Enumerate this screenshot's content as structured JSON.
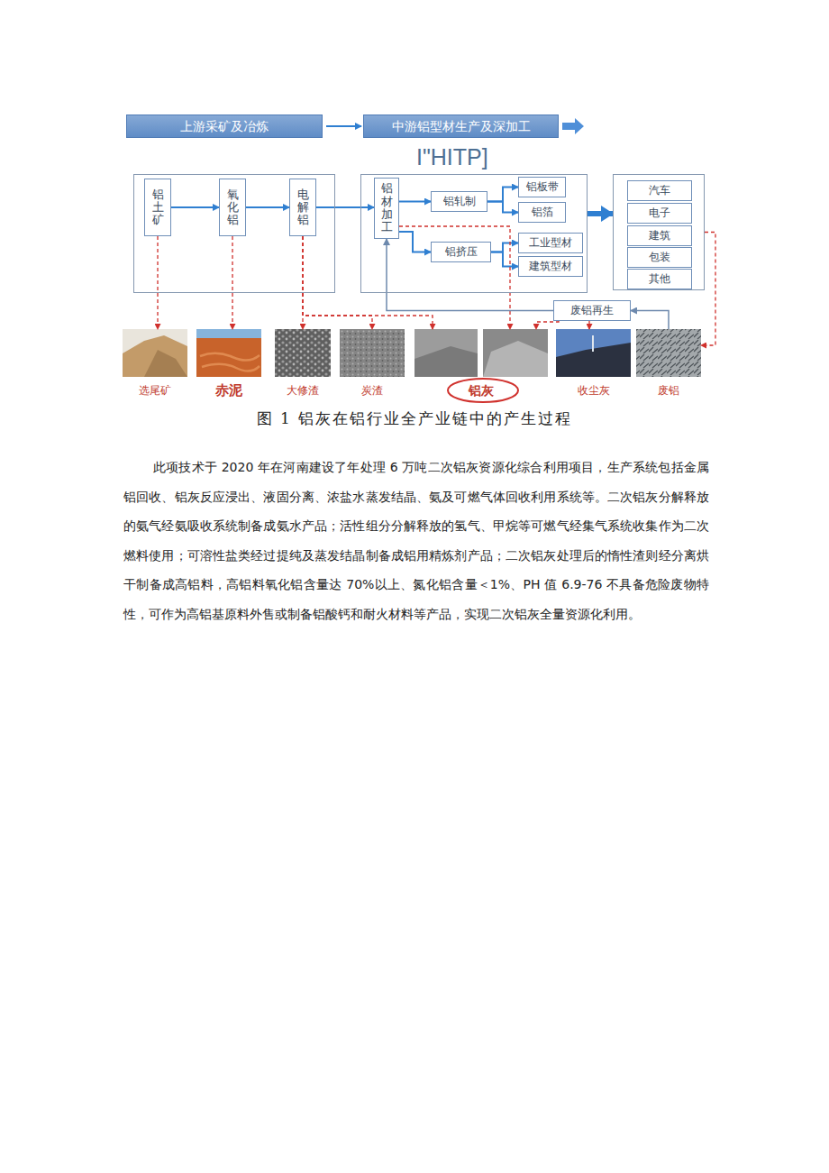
{
  "diagram": {
    "caption": "图 1 铝灰在铝行业全产业链中的产生过程",
    "nodes": [
      {
        "text": [
          "上游采矿及冶炼"
        ]
      },
      {
        "text": [
          "铝土矿"
        ],
        "in": 0
      },
      {
        "text": [
          "氧化铝"
        ],
        "in": 0
      },
      {
        "text": [
          "电解铝"
        ],
        "in": 0
      },
      {
        "text": [
          "中游铝型材生产及深加工"
        ]
      },
      {
        "text": [
          "铝材加工"
        ],
        "in": 4
      },
      {
        "text": [
          "铝轧制"
        ],
        "in": 4
      },
      {
        "text": [
          "铝板带"
        ],
        "in": 4
      },
      {
        "text": [
          "铝箔"
        ],
        "in": 4
      },
      {
        "text": [
          "铝挤压"
        ],
        "in": 4
      },
      {
        "text": [
          "工业型材"
        ],
        "in": 4
      },
      {
        "text": [
          "建筑型材"
        ],
        "in": 4
      },
      {
        "text": []
      },
      {
        "text": [
          "汽车"
        ],
        "in": 12
      },
      {
        "text": [
          "电子"
        ],
        "in": 12
      },
      {
        "text": [
          "建筑"
        ],
        "in": 12
      },
      {
        "text": [
          "包装"
        ],
        "in": 12
      },
      {
        "text": [
          "其他"
        ],
        "in": 12
      },
      {
        "text": [
          "废铝再生"
        ]
      },
      {
        "text": [
          "选尾矿"
        ]
      },
      {
        "text": [
          "赤泥"
        ]
      },
      {
        "text": [
          "大修渣"
        ]
      },
      {
        "text": [
          "炭渣"
        ]
      },
      {
        "text": [
          "铝灰"
        ]
      },
      {
        "text": [
          "收尘灰"
        ]
      },
      {
        "text": [
          "废铝"
        ]
      }
    ],
    "edges": [
      {
        "from": 0,
        "to": 4,
        "arrow": "to"
      },
      {
        "from": 1,
        "to": 2,
        "arrow": "to"
      },
      {
        "from": 2,
        "to": 3,
        "arrow": "to"
      },
      {
        "from": 3,
        "to": 5,
        "arrow": "to"
      },
      {
        "from": 5,
        "to": 6,
        "arrow": "to"
      },
      {
        "from": 5,
        "to": 9,
        "arrow": "to"
      },
      {
        "from": 6,
        "to": 7,
        "arrow": "to"
      },
      {
        "from": 6,
        "to": 8,
        "arrow": "to"
      },
      {
        "from": 9,
        "to": 10,
        "arrow": "to"
      },
      {
        "from": 9,
        "to": 11,
        "arrow": "to"
      },
      {
        "from": 4,
        "to": 12,
        "arrow": "to"
      },
      {
        "from": 1,
        "to": 19,
        "arrow": "to"
      },
      {
        "from": 2,
        "to": 20,
        "arrow": "to"
      },
      {
        "from": 3,
        "to": 21,
        "arrow": "to"
      },
      {
        "from": 3,
        "to": 22,
        "arrow": "to"
      },
      {
        "from": 3,
        "to": 23,
        "arrow": "to"
      },
      {
        "from": 5,
        "to": 23,
        "arrow": "to"
      },
      {
        "from": 18,
        "to": 23,
        "arrow": "to"
      },
      {
        "from": 18,
        "to": 24,
        "arrow": "to"
      },
      {
        "from": 25,
        "to": 18,
        "arrow": "to"
      },
      {
        "from": 18,
        "to": 5,
        "arrow": "to"
      },
      {
        "from": 12,
        "to": 25,
        "arrow": "to"
      }
    ],
    "labels": [
      "I\"HITP]",
      "此项技术于 2020 年在河南建设了年处理 6 万吨二次铝灰资源化综合利用项目，生产系统包括金属铝回收、铝灰反应浸出、液固分离、浓盐水蒸发结晶、氨及可燃气体回收利用系统等。二次铝灰分解释放的氨气经氨吸收系统制备成氨水产品；活性组分分解释放的氢气、甲烷等可燃气经集气系统收集作为二次燃料使用；可溶性盐类经过提纯及蒸发结晶制备成铝用精炼剂产品；二次铝灰处理后的惰性渣则经分离烘干制备成高铝料，高铝料氧化铝含量达 70%以上、氮化铝含量＜1%、PH 值 6.9-76 不具备危险废物特性，可作为高铝基原料外售或制备铝酸钙和耐火材料等产品，实现二次铝灰全量资源化利用。"
    ]
  }
}
